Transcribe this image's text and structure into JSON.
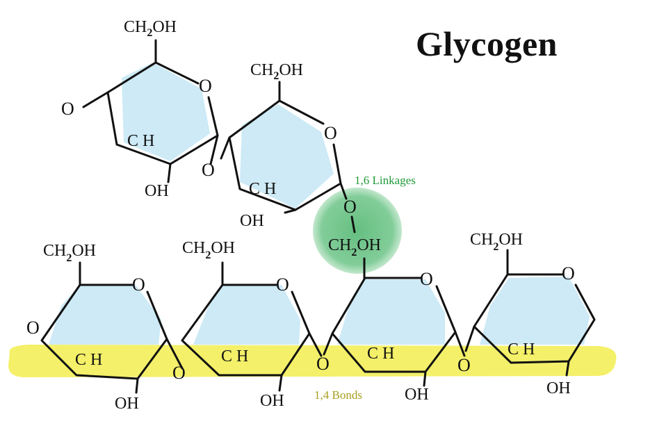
{
  "title": "Glycogen",
  "labels": {
    "linkages": "1,6 Linkages",
    "bonds": "1,4 Bonds"
  },
  "atoms": {
    "O": "O",
    "CH": "CH",
    "OH": "OH",
    "C": "C",
    "H": "H",
    "sub2": "2"
  },
  "colors": {
    "ring_fill": "#cdeaf6",
    "bond_highlight": "#f3ef5c",
    "linkage_highlight": "#5dbb7a",
    "linkage_text": "#1f9a3a",
    "bond_text": "#a8a020"
  }
}
